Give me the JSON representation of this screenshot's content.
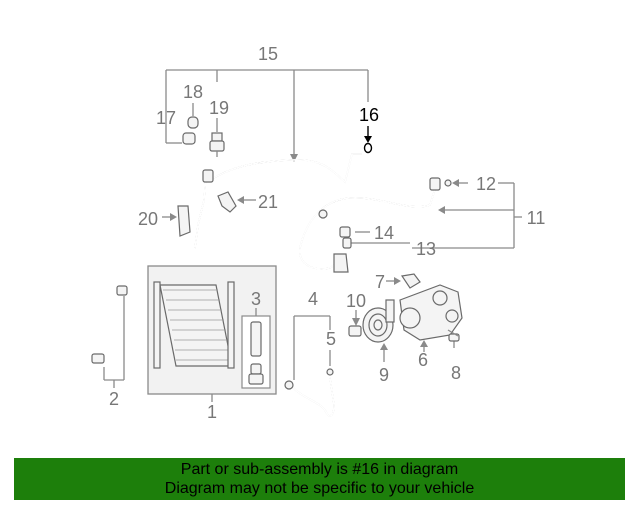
{
  "callouts": {
    "c1": "1",
    "c2": "2",
    "c3": "3",
    "c4": "4",
    "c5": "5",
    "c6": "6",
    "c7": "7",
    "c8": "8",
    "c9": "9",
    "c10": "10",
    "c11": "11",
    "c12": "12",
    "c13": "13",
    "c14": "14",
    "c15": "15",
    "c16": "16",
    "c17": "17",
    "c18": "18",
    "c19": "19",
    "c20": "20",
    "c21": "21"
  },
  "highlighted_part": "16",
  "colors": {
    "banner": "#1d7f0b",
    "callout": "#777777",
    "highlight": "#000000"
  },
  "banner": {
    "line1": "Part or sub-assembly is #16 in diagram",
    "line2": "Diagram may not be specific to your vehicle"
  }
}
